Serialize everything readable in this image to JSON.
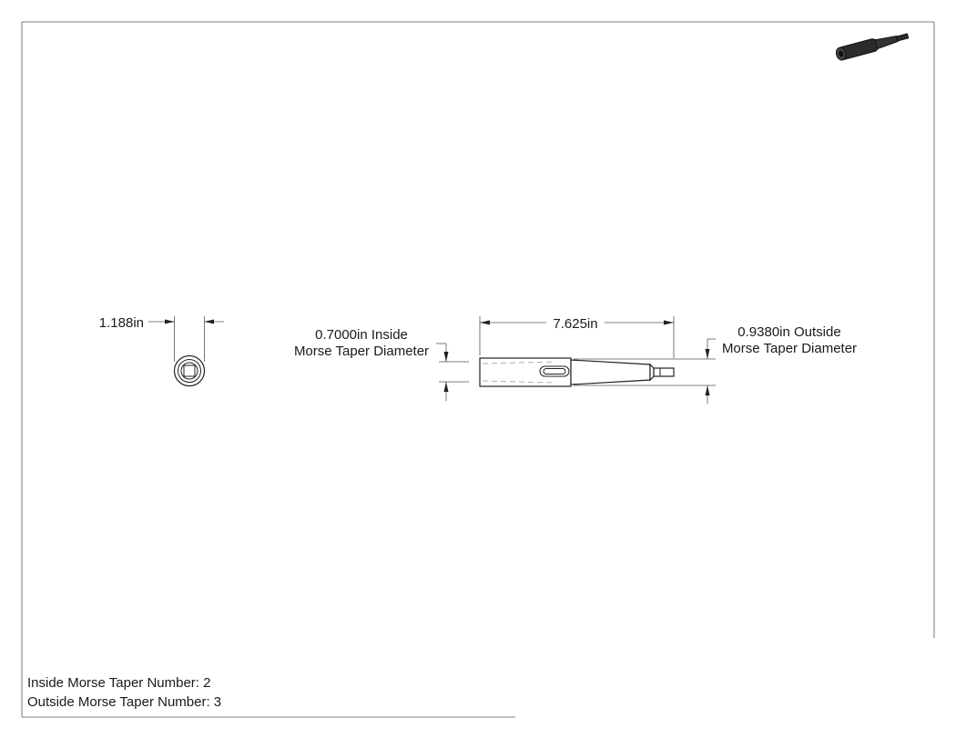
{
  "dimensions": {
    "width_label": "1.188in",
    "length_label": "7.625in",
    "inside_diameter_line1": "0.7000in Inside",
    "inside_diameter_line2": "Morse Taper Diameter",
    "outside_diameter_line1": "0.9380in Outside",
    "outside_diameter_line2": "Morse Taper Diameter"
  },
  "notes": {
    "inside_taper": "Inside Morse Taper Number: 2",
    "outside_taper": "Outside Morse Taper Number: 3"
  },
  "icons": {
    "iso_view": "isometric-sleeve-icon"
  },
  "colors": {
    "line": "#222222",
    "iso_body": "#2b2b2b"
  }
}
